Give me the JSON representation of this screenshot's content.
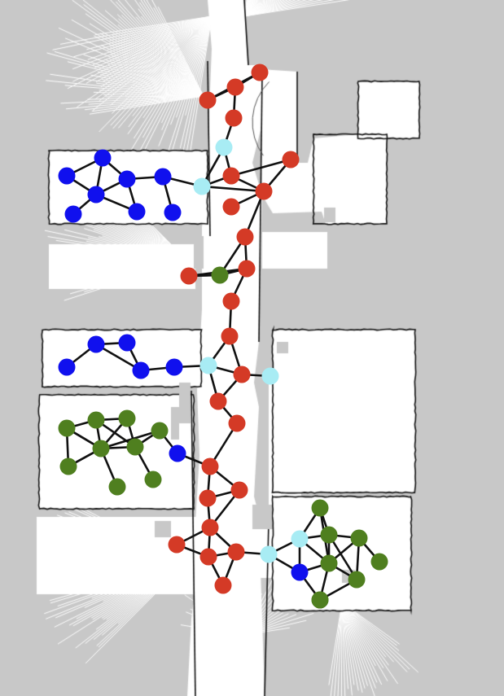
{
  "map": {
    "colors": {
      "unknown": "#c8c8c8",
      "free": "#ffffff",
      "wall": "#111111",
      "edge": "#111111",
      "ray": "#e2e2e2"
    },
    "node_colors": {
      "corridor": "#d43a26",
      "door": "#a8ecf4",
      "room_a": "#1010ee",
      "room_b": "#4f7f1f"
    },
    "nodes": [
      {
        "id": "r1",
        "type": "corridor"
      },
      {
        "id": "r2",
        "type": "corridor"
      },
      {
        "id": "r3",
        "type": "corridor"
      },
      {
        "id": "r4",
        "type": "corridor"
      },
      {
        "id": "c1",
        "type": "door"
      },
      {
        "id": "r5",
        "type": "corridor"
      },
      {
        "id": "r6",
        "type": "corridor"
      },
      {
        "id": "r7",
        "type": "corridor"
      },
      {
        "id": "r8",
        "type": "corridor"
      },
      {
        "id": "c2",
        "type": "door"
      },
      {
        "id": "b1",
        "type": "room_a"
      },
      {
        "id": "b2",
        "type": "room_a"
      },
      {
        "id": "b3",
        "type": "room_a"
      },
      {
        "id": "b4",
        "type": "room_a"
      },
      {
        "id": "b5",
        "type": "room_a"
      },
      {
        "id": "b6",
        "type": "room_a"
      },
      {
        "id": "b7",
        "type": "room_a"
      },
      {
        "id": "r9",
        "type": "corridor"
      },
      {
        "id": "r10",
        "type": "corridor"
      },
      {
        "id": "r11",
        "type": "corridor"
      },
      {
        "id": "g1",
        "type": "room_b"
      },
      {
        "id": "r12",
        "type": "corridor"
      },
      {
        "id": "r13",
        "type": "corridor"
      },
      {
        "id": "c3",
        "type": "door"
      },
      {
        "id": "r14",
        "type": "corridor"
      },
      {
        "id": "c4",
        "type": "door"
      },
      {
        "id": "r15",
        "type": "corridor"
      },
      {
        "id": "b8",
        "type": "room_a"
      },
      {
        "id": "b9",
        "type": "room_a"
      },
      {
        "id": "b10",
        "type": "room_a"
      },
      {
        "id": "b11",
        "type": "room_a"
      },
      {
        "id": "b12",
        "type": "room_a"
      },
      {
        "id": "r16",
        "type": "corridor"
      },
      {
        "id": "g2",
        "type": "room_b"
      },
      {
        "id": "g3",
        "type": "room_b"
      },
      {
        "id": "g4",
        "type": "room_b"
      },
      {
        "id": "g5",
        "type": "room_b"
      },
      {
        "id": "g6",
        "type": "room_b"
      },
      {
        "id": "g7",
        "type": "room_b"
      },
      {
        "id": "g8",
        "type": "room_b"
      },
      {
        "id": "g9",
        "type": "room_b"
      },
      {
        "id": "g10",
        "type": "room_b"
      },
      {
        "id": "b13",
        "type": "room_a"
      },
      {
        "id": "r17",
        "type": "corridor"
      },
      {
        "id": "r18",
        "type": "corridor"
      },
      {
        "id": "r19",
        "type": "corridor"
      },
      {
        "id": "r20",
        "type": "corridor"
      },
      {
        "id": "r21",
        "type": "corridor"
      },
      {
        "id": "r22",
        "type": "corridor"
      },
      {
        "id": "r23",
        "type": "corridor"
      },
      {
        "id": "r24",
        "type": "corridor"
      },
      {
        "id": "c5",
        "type": "door"
      },
      {
        "id": "c6",
        "type": "door"
      },
      {
        "id": "b14",
        "type": "room_a"
      },
      {
        "id": "g11",
        "type": "room_b"
      },
      {
        "id": "g12",
        "type": "room_b"
      },
      {
        "id": "g13",
        "type": "room_b"
      },
      {
        "id": "g14",
        "type": "room_b"
      },
      {
        "id": "g15",
        "type": "room_b"
      },
      {
        "id": "g16",
        "type": "room_b"
      },
      {
        "id": "g17",
        "type": "room_b"
      }
    ],
    "edges": [
      [
        "r1",
        "r2"
      ],
      [
        "r2",
        "r3"
      ],
      [
        "r1",
        "r3"
      ],
      [
        "r2",
        "r4"
      ],
      [
        "r4",
        "c1"
      ],
      [
        "c1",
        "c2"
      ],
      [
        "c1",
        "r5"
      ],
      [
        "r5",
        "r6"
      ],
      [
        "r6",
        "r7"
      ],
      [
        "r5",
        "r7"
      ],
      [
        "r7",
        "r8"
      ],
      [
        "r5",
        "c2"
      ],
      [
        "c2",
        "r7"
      ],
      [
        "c2",
        "b4"
      ],
      [
        "b4",
        "b7"
      ],
      [
        "b4",
        "b3"
      ],
      [
        "b3",
        "b6"
      ],
      [
        "b6",
        "b2"
      ],
      [
        "b3",
        "b2"
      ],
      [
        "b2",
        "b5"
      ],
      [
        "b2",
        "b1"
      ],
      [
        "b1",
        "b3"
      ],
      [
        "b1",
        "b0"
      ],
      [
        "b0",
        "b2"
      ],
      [
        "r7",
        "r9"
      ],
      [
        "r9",
        "r10"
      ],
      [
        "r9",
        "g1"
      ],
      [
        "g1",
        "r10"
      ],
      [
        "g1",
        "r11"
      ],
      [
        "r11",
        "r10"
      ],
      [
        "r10",
        "r12"
      ],
      [
        "r12",
        "r13"
      ],
      [
        "r13",
        "c3"
      ],
      [
        "r13",
        "r14"
      ],
      [
        "c3",
        "r14"
      ],
      [
        "r14",
        "c4"
      ],
      [
        "c3",
        "r15"
      ],
      [
        "r14",
        "r15"
      ],
      [
        "r15",
        "r16"
      ],
      [
        "c3",
        "b12"
      ],
      [
        "b12",
        "b11"
      ],
      [
        "b11",
        "b10"
      ],
      [
        "b11",
        "b9"
      ],
      [
        "b10",
        "b9"
      ],
      [
        "b9",
        "b8"
      ],
      [
        "r16",
        "r17"
      ],
      [
        "r17",
        "b13"
      ],
      [
        "b13",
        "g10"
      ],
      [
        "g10",
        "g7"
      ],
      [
        "g10",
        "g6"
      ],
      [
        "g7",
        "g6"
      ],
      [
        "g7",
        "g3"
      ],
      [
        "g7",
        "g4"
      ],
      [
        "g7",
        "g9"
      ],
      [
        "g6",
        "g3"
      ],
      [
        "g6",
        "g2"
      ],
      [
        "g6",
        "g5"
      ],
      [
        "g6",
        "g8"
      ],
      [
        "g3",
        "g4"
      ],
      [
        "g3",
        "g2"
      ],
      [
        "g2",
        "g5"
      ],
      [
        "g2",
        "g6"
      ],
      [
        "g5",
        "g6"
      ],
      [
        "g4",
        "g6"
      ],
      [
        "r17",
        "r18"
      ],
      [
        "r17",
        "r19"
      ],
      [
        "r18",
        "r19"
      ],
      [
        "r18",
        "r20"
      ],
      [
        "r19",
        "r20"
      ],
      [
        "r20",
        "r21"
      ],
      [
        "r20",
        "r22"
      ],
      [
        "r20",
        "r23"
      ],
      [
        "r21",
        "r22"
      ],
      [
        "r22",
        "r23"
      ],
      [
        "r22",
        "r24"
      ],
      [
        "r23",
        "r24"
      ],
      [
        "r23",
        "c5"
      ],
      [
        "c5",
        "c6"
      ],
      [
        "c5",
        "b14"
      ],
      [
        "c6",
        "b14"
      ],
      [
        "c6",
        "g11"
      ],
      [
        "c6",
        "g12"
      ],
      [
        "c6",
        "g13"
      ],
      [
        "g11",
        "g12"
      ],
      [
        "g12",
        "g13"
      ],
      [
        "g12",
        "g14"
      ],
      [
        "g11",
        "g13"
      ],
      [
        "g13",
        "g14"
      ],
      [
        "g12",
        "g15"
      ],
      [
        "g13",
        "g15"
      ],
      [
        "g14",
        "g15"
      ],
      [
        "g13",
        "g16"
      ],
      [
        "b14",
        "g13"
      ],
      [
        "b14",
        "g16"
      ],
      [
        "g15",
        "g16"
      ],
      [
        "g14",
        "g17"
      ]
    ]
  }
}
